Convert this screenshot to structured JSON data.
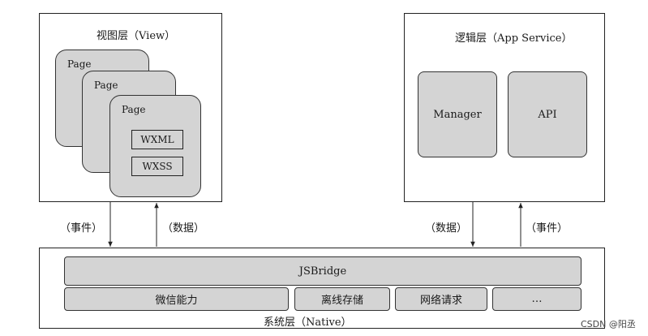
{
  "view_layer": {
    "title": "视图层（View）",
    "pages": [
      "Page",
      "Page",
      "Page"
    ],
    "files": [
      "WXML",
      "WXSS"
    ]
  },
  "logic_layer": {
    "title": "逻辑层（App Service）",
    "blocks": [
      "Manager",
      "API"
    ]
  },
  "arrows": {
    "left_down": "（事件）",
    "left_up": "（数据）",
    "right_down": "（数据）",
    "right_up": "（事件）"
  },
  "system_layer": {
    "title": "系统层（Native）",
    "bridge": "JSBridge",
    "capabilities": [
      "微信能力",
      "离线存储",
      "网络请求",
      "…"
    ]
  },
  "watermark": "CSDN @阳丞"
}
